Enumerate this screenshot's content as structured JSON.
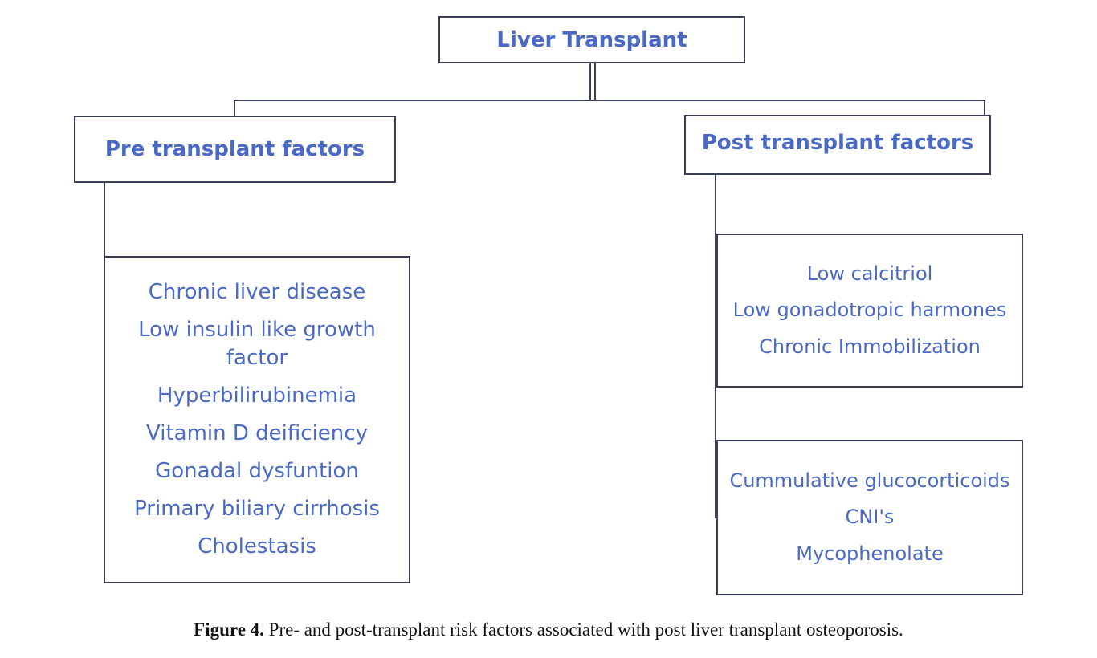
{
  "root": {
    "label": "Liver Transplant"
  },
  "pre": {
    "label": "Pre transplant factors",
    "items": [
      "Chronic liver disease",
      "Low insulin like growth factor",
      "Hyperbilirubinemia",
      "Vitamin D deificiency",
      "Gonadal dysfuntion",
      "Primary biliary cirrhosis",
      "Cholestasis"
    ]
  },
  "post": {
    "label": "Post transplant factors",
    "group1": [
      "Low calcitriol",
      "Low gonadotropic harmones",
      "Chronic Immobilization"
    ],
    "group2": [
      "Cummulative glucocorticoids",
      "CNI's",
      "Mycophenolate"
    ]
  },
  "caption": {
    "label": "Figure 4.",
    "text": " Pre- and post-transplant risk factors associated with post liver transplant osteoporosis."
  },
  "colors": {
    "text": "#4a69c4",
    "border": "#3a3f55"
  }
}
